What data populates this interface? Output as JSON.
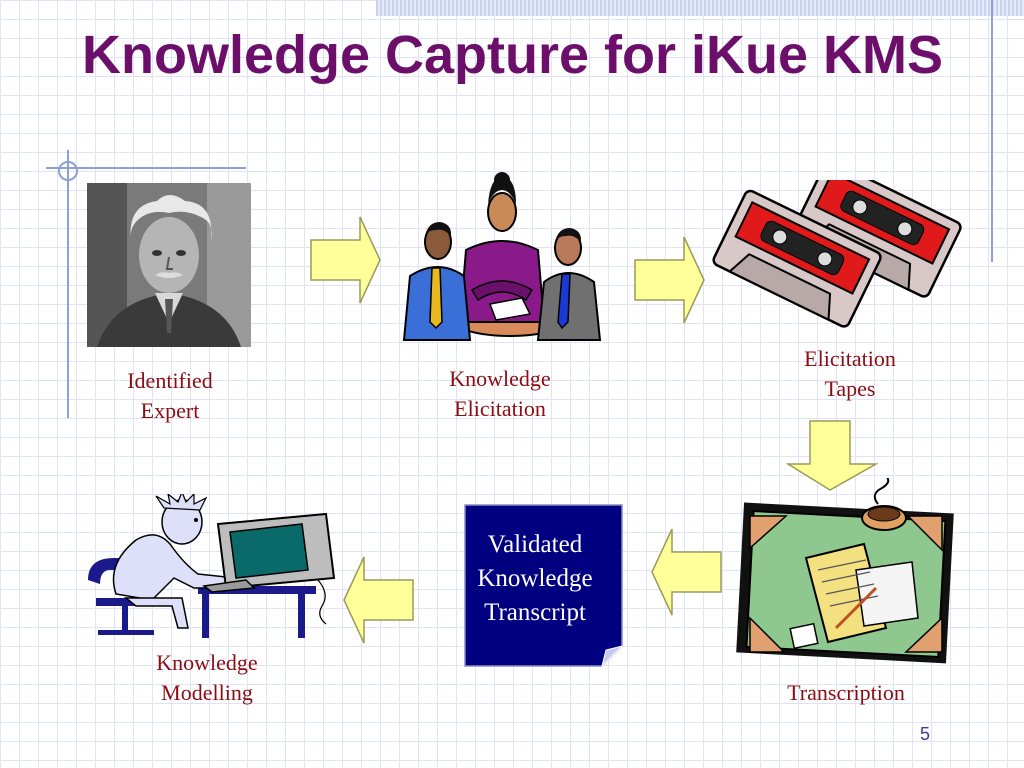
{
  "slide": {
    "title": "Knowledge Capture for iKue KMS",
    "page_number": "5"
  },
  "flow": {
    "steps": [
      {
        "label": "Identified\nExpert",
        "icon": "expert-portrait-icon"
      },
      {
        "label": "Knowledge\nElicitation",
        "icon": "meeting-people-icon"
      },
      {
        "label": "Elicitation\nTapes",
        "icon": "cassette-tapes-icon"
      },
      {
        "label": "Transcription",
        "icon": "desk-papers-icon"
      },
      {
        "label": "Validated\nKnowledge\nTranscript",
        "icon": "document-box-icon"
      },
      {
        "label": "Knowledge\nModelling",
        "icon": "person-computer-icon"
      }
    ]
  },
  "colors": {
    "title": "#6b0f6b",
    "label": "#8b0c12",
    "arrow_fill": "#ffff99",
    "transcript_box": "#000080",
    "grid": "#dfe3f5"
  }
}
